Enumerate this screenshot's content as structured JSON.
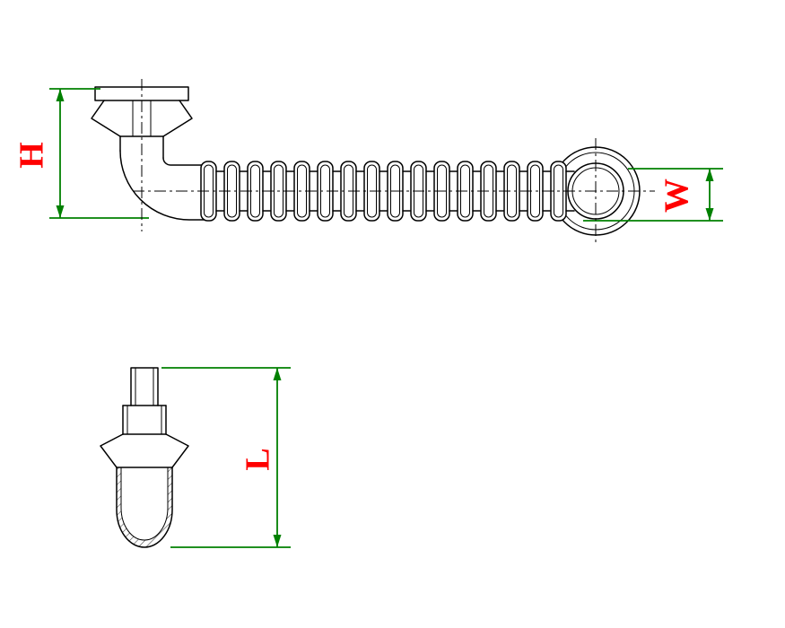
{
  "diagram": {
    "dimension_labels": {
      "h": "H",
      "w": "W",
      "l": "L"
    },
    "colors": {
      "dimension_line": "#008000",
      "dimension_label": "#ff0000",
      "drawing_line": "#000000",
      "background": "#ffffff"
    }
  }
}
